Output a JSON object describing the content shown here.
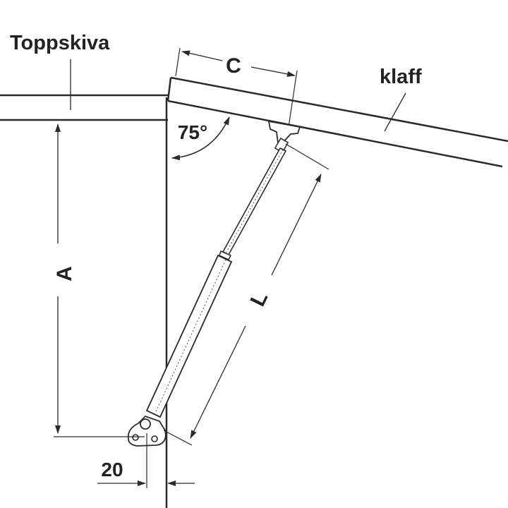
{
  "labels": {
    "top_panel": "Toppskiva",
    "flap": "klaff",
    "angle": "75°",
    "dim_a": "A",
    "dim_c": "C",
    "dim_l": "L",
    "dim_offset": "20"
  },
  "colors": {
    "line": "#2a2a2a",
    "fill": "#ffffff"
  }
}
